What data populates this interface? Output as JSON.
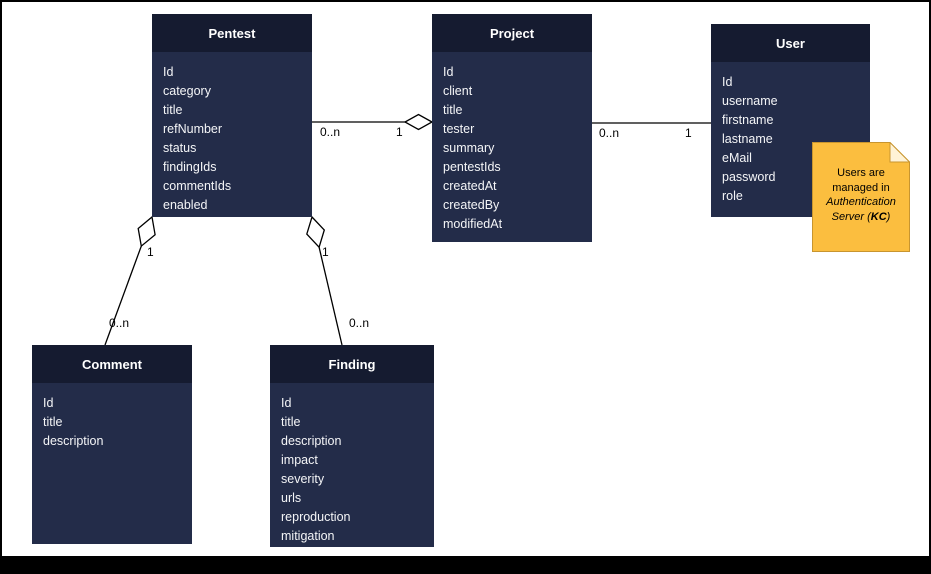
{
  "diagram": {
    "entities": {
      "pentest": {
        "title": "Pentest",
        "fields": [
          "Id",
          "category",
          "title",
          "refNumber",
          "status",
          "findingIds",
          "commentIds",
          "enabled"
        ]
      },
      "project": {
        "title": "Project",
        "fields": [
          "Id",
          "client",
          "title",
          "tester",
          "summary",
          "pentestIds",
          "createdAt",
          "createdBy",
          "modifiedAt"
        ]
      },
      "user": {
        "title": "User",
        "fields": [
          "Id",
          "username",
          "firstname",
          "lastname",
          "eMail",
          "password",
          "role"
        ]
      },
      "comment": {
        "title": "Comment",
        "fields": [
          "Id",
          "title",
          "description"
        ]
      },
      "finding": {
        "title": "Finding",
        "fields": [
          "Id",
          "title",
          "description",
          "impact",
          "severity",
          "urls",
          "reproduction",
          "mitigation"
        ]
      }
    },
    "relationships": {
      "pentest_project": {
        "source_label": "0..n",
        "target_label": "1"
      },
      "project_user": {
        "source_label": "0..n",
        "target_label": "1"
      },
      "pentest_comment": {
        "parent_label": "1",
        "child_label": "0..n"
      },
      "pentest_finding": {
        "parent_label": "1",
        "child_label": "0..n"
      }
    },
    "note": {
      "line1": "Users are",
      "line2": "managed in",
      "line3": "Authentication",
      "line4_pre": "Server (",
      "line4_bold": "KC",
      "line4_post": ")"
    },
    "colors": {
      "entity_header": "#151B30",
      "entity_body": "#232C49",
      "entity_text": "#FFFFFF",
      "note_fill": "#FBBE3F",
      "note_border": "#C8952F",
      "note_fold": "#FFF3D6",
      "connector_line": "#000000"
    }
  }
}
